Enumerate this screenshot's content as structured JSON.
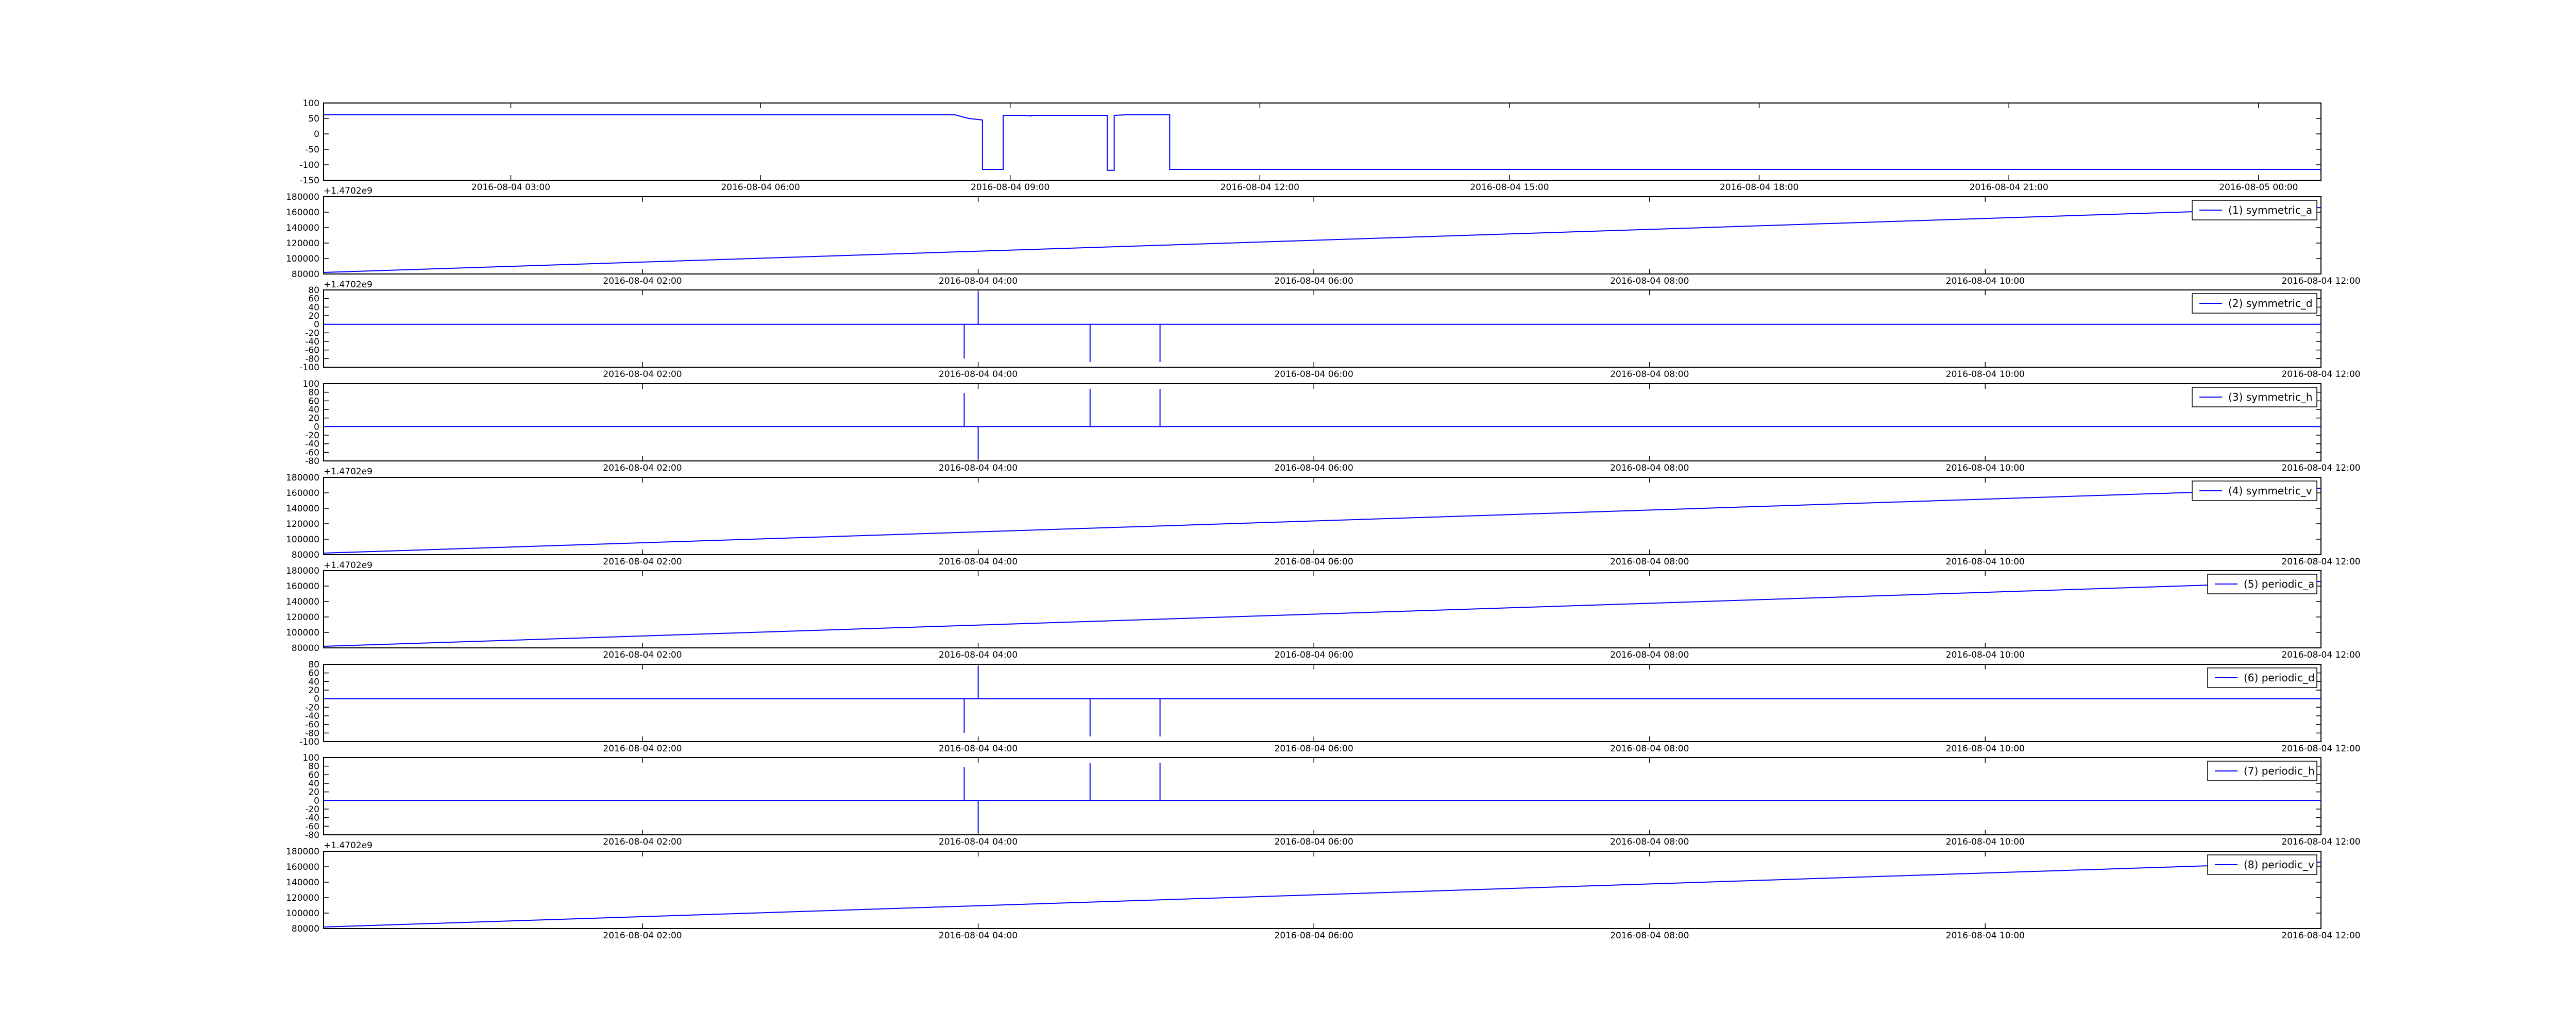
{
  "chart_data": [
    {
      "type": "line",
      "id": "panel-0",
      "x_ticks": [
        "2016-08-04 03:00",
        "2016-08-04 06:00",
        "2016-08-04 09:00",
        "2016-08-04 12:00",
        "2016-08-04 15:00",
        "2016-08-04 18:00",
        "2016-08-04 21:00",
        "2016-08-05 00:00"
      ],
      "x_range": [
        "2016-08-04 00:45",
        "2016-08-05 00:45"
      ],
      "y_ticks": [
        100,
        50,
        0,
        -50,
        -100,
        -150
      ],
      "ylim": [
        -150,
        100
      ],
      "offset_text": "+1.4702e9",
      "legend": null,
      "series": [
        {
          "x": [
            "2016-08-04 00:45",
            "2016-08-04 08:20",
            "2016-08-04 08:30",
            "2016-08-04 08:40",
            "2016-08-04 08:40",
            "2016-08-04 08:55",
            "2016-08-04 08:55",
            "2016-08-04 09:10",
            "2016-08-04 09:15",
            "2016-08-04 09:15",
            "2016-08-04 10:10",
            "2016-08-04 10:10",
            "2016-08-04 10:15",
            "2016-08-04 10:15",
            "2016-08-04 10:25",
            "2016-08-04 10:25",
            "2016-08-04 10:55",
            "2016-08-04 10:55",
            "2016-08-05 00:45"
          ],
          "values": [
            62,
            62,
            50,
            45,
            -115,
            -115,
            60,
            60,
            58,
            60,
            60,
            -118,
            -118,
            60,
            62,
            62,
            62,
            -115,
            -115
          ]
        }
      ]
    },
    {
      "type": "line",
      "id": "panel-1",
      "x_ticks": [
        "2016-08-04 02:00",
        "2016-08-04 04:00",
        "2016-08-04 06:00",
        "2016-08-04 08:00",
        "2016-08-04 10:00",
        "2016-08-04 12:00"
      ],
      "x_range": [
        "2016-08-04 00:06",
        "2016-08-04 12:00"
      ],
      "y_ticks": [
        180000,
        160000,
        140000,
        120000,
        100000,
        80000
      ],
      "ylim": [
        80000,
        180000
      ],
      "offset_text": "+1.4702e9",
      "legend": "(1) symmetric_a",
      "series": [
        {
          "name": "(1) symmetric_a",
          "x": [
            "2016-08-04 00:06",
            "2016-08-04 12:00"
          ],
          "values": [
            82000,
            166000
          ]
        }
      ]
    },
    {
      "type": "line",
      "id": "panel-2",
      "x_ticks": [
        "2016-08-04 02:00",
        "2016-08-04 04:00",
        "2016-08-04 06:00",
        "2016-08-04 08:00",
        "2016-08-04 10:00",
        "2016-08-04 12:00"
      ],
      "x_range": [
        "2016-08-04 00:06",
        "2016-08-04 12:00"
      ],
      "y_ticks": [
        80,
        60,
        40,
        20,
        0,
        -20,
        -40,
        -60,
        -80,
        -100
      ],
      "ylim": [
        -100,
        80
      ],
      "offset_text": null,
      "legend": "(2) symmetric_d",
      "series": [
        {
          "name": "(2) symmetric_d",
          "x": [
            "2016-08-04 00:06",
            "2016-08-04 03:55",
            "2016-08-04 03:55",
            "2016-08-04 03:55",
            "2016-08-04 04:00",
            "2016-08-04 04:00",
            "2016-08-04 04:00",
            "2016-08-04 04:40",
            "2016-08-04 04:40",
            "2016-08-04 04:40",
            "2016-08-04 05:05",
            "2016-08-04 05:05",
            "2016-08-04 05:05",
            "2016-08-04 12:00"
          ],
          "values": [
            0,
            0,
            -80,
            0,
            0,
            75,
            0,
            0,
            -88,
            0,
            0,
            -88,
            0,
            0
          ]
        }
      ]
    },
    {
      "type": "line",
      "id": "panel-3",
      "x_ticks": [
        "2016-08-04 02:00",
        "2016-08-04 04:00",
        "2016-08-04 06:00",
        "2016-08-04 08:00",
        "2016-08-04 10:00",
        "2016-08-04 12:00"
      ],
      "x_range": [
        "2016-08-04 00:06",
        "2016-08-04 12:00"
      ],
      "y_ticks": [
        100,
        80,
        60,
        40,
        20,
        0,
        -20,
        -40,
        -60,
        -80
      ],
      "ylim": [
        -80,
        100
      ],
      "offset_text": "+1.4702e9",
      "legend": "(3) symmetric_h",
      "series": [
        {
          "name": "(3) symmetric_h",
          "x": [
            "2016-08-04 00:06",
            "2016-08-04 03:55",
            "2016-08-04 03:55",
            "2016-08-04 03:55",
            "2016-08-04 04:00",
            "2016-08-04 04:00",
            "2016-08-04 04:00",
            "2016-08-04 04:40",
            "2016-08-04 04:40",
            "2016-08-04 04:40",
            "2016-08-04 05:05",
            "2016-08-04 05:05",
            "2016-08-04 05:05",
            "2016-08-04 12:00"
          ],
          "values": [
            0,
            0,
            78,
            0,
            0,
            -75,
            0,
            0,
            88,
            0,
            0,
            88,
            0,
            0
          ]
        }
      ]
    },
    {
      "type": "line",
      "id": "panel-4",
      "x_ticks": [
        "2016-08-04 02:00",
        "2016-08-04 04:00",
        "2016-08-04 06:00",
        "2016-08-04 08:00",
        "2016-08-04 10:00",
        "2016-08-04 12:00"
      ],
      "x_range": [
        "2016-08-04 00:06",
        "2016-08-04 12:00"
      ],
      "y_ticks": [
        180000,
        160000,
        140000,
        120000,
        100000,
        80000
      ],
      "ylim": [
        80000,
        180000
      ],
      "offset_text": "+1.4702e9",
      "legend": "(4) symmetric_v",
      "series": [
        {
          "name": "(4) symmetric_v",
          "x": [
            "2016-08-04 00:06",
            "2016-08-04 12:00"
          ],
          "values": [
            82000,
            166000
          ]
        }
      ]
    },
    {
      "type": "line",
      "id": "panel-5",
      "x_ticks": [
        "2016-08-04 02:00",
        "2016-08-04 04:00",
        "2016-08-04 06:00",
        "2016-08-04 08:00",
        "2016-08-04 10:00",
        "2016-08-04 12:00"
      ],
      "x_range": [
        "2016-08-04 00:06",
        "2016-08-04 12:00"
      ],
      "y_ticks": [
        180000,
        160000,
        140000,
        120000,
        100000,
        80000
      ],
      "ylim": [
        80000,
        180000
      ],
      "offset_text": null,
      "legend": "(5) periodic_a",
      "series": [
        {
          "name": "(5) periodic_a",
          "x": [
            "2016-08-04 00:06",
            "2016-08-04 12:00"
          ],
          "values": [
            82000,
            166000
          ]
        }
      ]
    },
    {
      "type": "line",
      "id": "panel-6",
      "x_ticks": [
        "2016-08-04 02:00",
        "2016-08-04 04:00",
        "2016-08-04 06:00",
        "2016-08-04 08:00",
        "2016-08-04 10:00",
        "2016-08-04 12:00"
      ],
      "x_range": [
        "2016-08-04 00:06",
        "2016-08-04 12:00"
      ],
      "y_ticks": [
        80,
        60,
        40,
        20,
        0,
        -20,
        -40,
        -60,
        -80,
        -100
      ],
      "ylim": [
        -100,
        80
      ],
      "offset_text": null,
      "legend": "(6) periodic_d",
      "series": [
        {
          "name": "(6) periodic_d",
          "x": [
            "2016-08-04 00:06",
            "2016-08-04 03:55",
            "2016-08-04 03:55",
            "2016-08-04 03:55",
            "2016-08-04 04:00",
            "2016-08-04 04:00",
            "2016-08-04 04:00",
            "2016-08-04 04:40",
            "2016-08-04 04:40",
            "2016-08-04 04:40",
            "2016-08-04 05:05",
            "2016-08-04 05:05",
            "2016-08-04 05:05",
            "2016-08-04 12:00"
          ],
          "values": [
            0,
            0,
            -80,
            0,
            0,
            75,
            0,
            0,
            -88,
            0,
            0,
            -88,
            0,
            0
          ]
        }
      ]
    },
    {
      "type": "line",
      "id": "panel-7",
      "x_ticks": [
        "2016-08-04 02:00",
        "2016-08-04 04:00",
        "2016-08-04 06:00",
        "2016-08-04 08:00",
        "2016-08-04 10:00",
        "2016-08-04 12:00"
      ],
      "x_range": [
        "2016-08-04 00:06",
        "2016-08-04 12:00"
      ],
      "y_ticks": [
        100,
        80,
        60,
        40,
        20,
        0,
        -20,
        -40,
        -60,
        -80
      ],
      "ylim": [
        -80,
        100
      ],
      "offset_text": "+1.4702e9",
      "legend": "(7) periodic_h",
      "series": [
        {
          "name": "(7) periodic_h",
          "x": [
            "2016-08-04 00:06",
            "2016-08-04 03:55",
            "2016-08-04 03:55",
            "2016-08-04 03:55",
            "2016-08-04 04:00",
            "2016-08-04 04:00",
            "2016-08-04 04:00",
            "2016-08-04 04:40",
            "2016-08-04 04:40",
            "2016-08-04 04:40",
            "2016-08-04 05:05",
            "2016-08-04 05:05",
            "2016-08-04 05:05",
            "2016-08-04 12:00"
          ],
          "values": [
            0,
            0,
            78,
            0,
            0,
            -75,
            0,
            0,
            88,
            0,
            0,
            88,
            0,
            0
          ]
        }
      ]
    },
    {
      "type": "line",
      "id": "panel-8",
      "x_ticks": [
        "2016-08-04 02:00",
        "2016-08-04 04:00",
        "2016-08-04 06:00",
        "2016-08-04 08:00",
        "2016-08-04 10:00",
        "2016-08-04 12:00"
      ],
      "x_range": [
        "2016-08-04 00:06",
        "2016-08-04 12:00"
      ],
      "y_ticks": [
        180000,
        160000,
        140000,
        120000,
        100000,
        80000
      ],
      "ylim": [
        80000,
        180000
      ],
      "offset_text": null,
      "legend": "(8) periodic_v",
      "series": [
        {
          "name": "(8) periodic_v",
          "x": [
            "2016-08-04 00:06",
            "2016-08-04 12:00"
          ],
          "values": [
            82000,
            166000
          ]
        }
      ]
    }
  ],
  "colors": {
    "line": "#0000ff",
    "axes": "#000000",
    "background": "#ffffff"
  }
}
